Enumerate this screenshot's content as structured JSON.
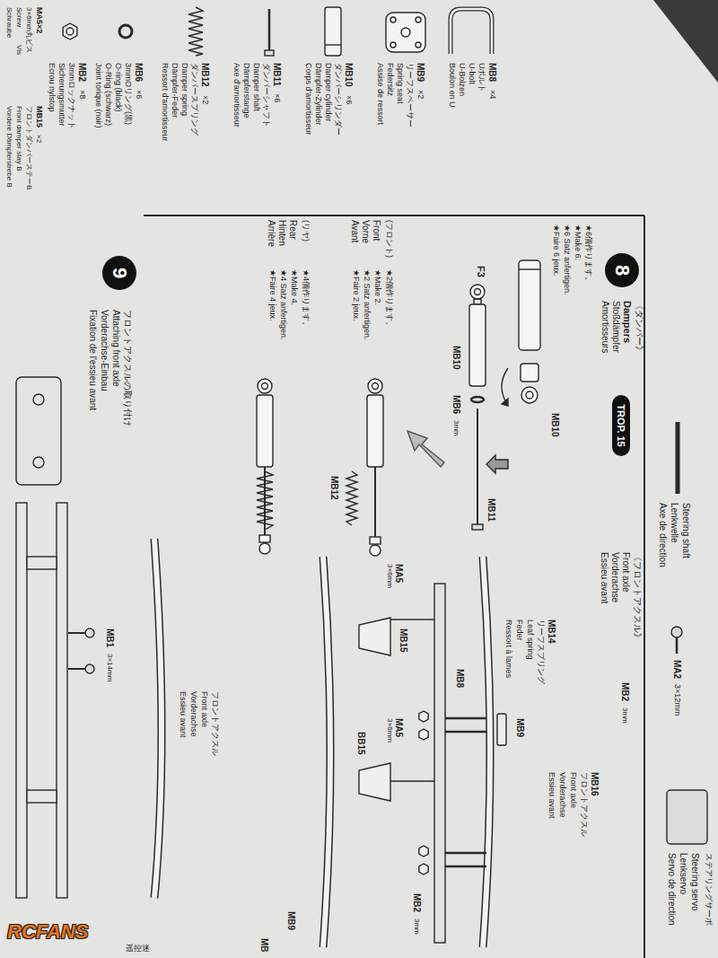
{
  "diagram": {
    "nodes": [
      {
        "text": [
          "8"
        ]
      },
      {
        "text": [
          "TROP. 15"
        ]
      },
      {
        "text": [
          "9"
        ]
      }
    ],
    "labels": [
      "Steering shaft",
      "Lenkwelle",
      "Axe de direction",
      "MA2",
      "3×12mm",
      "ステアリングサーボ",
      "Steering servo",
      "Lenkservo",
      "Servo de direction",
      "《ダンパー》",
      "Dampers",
      "Stoßdämpfer",
      "Amortisseurs",
      "★6個作ります。",
      "★Make 6.",
      "★6 Satz anfertigen.",
      "★Faire 6 jeux.",
      "MB10",
      "F3",
      "MB10",
      "MB6",
      "3mm",
      "MB11",
      "(フロント)",
      "Front",
      "Vorne",
      "Avant",
      "★2個作ります。",
      "★Make 2.",
      "★2 Satz anfertigen.",
      "★Faire 2 jeux.",
      "MB12",
      "(リヤ)",
      "Rear",
      "Hinten",
      "Arrière",
      "★4個作ります。",
      "★Make 4.",
      "★4 Satz anfertigen.",
      "★Faire 4 jeux.",
      "《フロントアクスル》",
      "Front axle",
      "Vorderachse",
      "Essieu avant",
      "MB2",
      "3mm",
      "MB16",
      "フロントアクスル",
      "Front axle",
      "Vorderachse",
      "Essieu avant",
      "MB14",
      "リーフスプリング",
      "Leaf spring",
      "Feder",
      "Ressort à lames",
      "MB9",
      "MB8",
      "MB15",
      "MA5",
      "3×6mm",
      "MA5",
      "3×6mm",
      "BB15",
      "MB2",
      "3mm",
      "MB9",
      "MB",
      "フロントアクスルの取り付け",
      "Attaching front axle",
      "Vorderachse-Einbau",
      "Fixation de l'essieu avant",
      "MB1",
      "3×14mm",
      "フロントアクスル",
      "Front axle",
      "Vorderachse",
      "Essieu avant",
      "MB8",
      "×4",
      "Uボルト",
      "U-bolt",
      "U-Bolzen",
      "Boulon en U",
      "MB9",
      "×2",
      "リーフスペーサー",
      "Spring seat",
      "Federsitz",
      "Assise de ressort",
      "MB10",
      "×6",
      "ダンパーシリンダー",
      "Damper cylinder",
      "Dämpfer-Zylinder",
      "Corps d'amortisseur",
      "MB11",
      "×6",
      "ダンパーシャフト",
      "Damper shaft",
      "Dämpferstange",
      "Axe d'amortisseur",
      "MB12",
      "×2",
      "ダンパースプリング",
      "Damper spring",
      "Dämpfer-Feder",
      "Ressort d'amortisseur",
      "MB6",
      "×6",
      "3mmOリング(黒)",
      "O-ring (black)",
      "O-Ring (schwarz)",
      "Joint torique (noir)",
      "MB2",
      "×8",
      "3mmロックナット",
      "Sicherungsmutter",
      "Ecrou nylstop",
      "MA5×2",
      "3×6mm丸ビス",
      "Screw",
      "Schraube",
      "Vis",
      "MB15",
      "×2",
      "フロントダンパーステーB",
      "Front damper stay B",
      "Vordere Dämpferstrebe B",
      "RCFANS",
      "遥控迷"
    ]
  }
}
